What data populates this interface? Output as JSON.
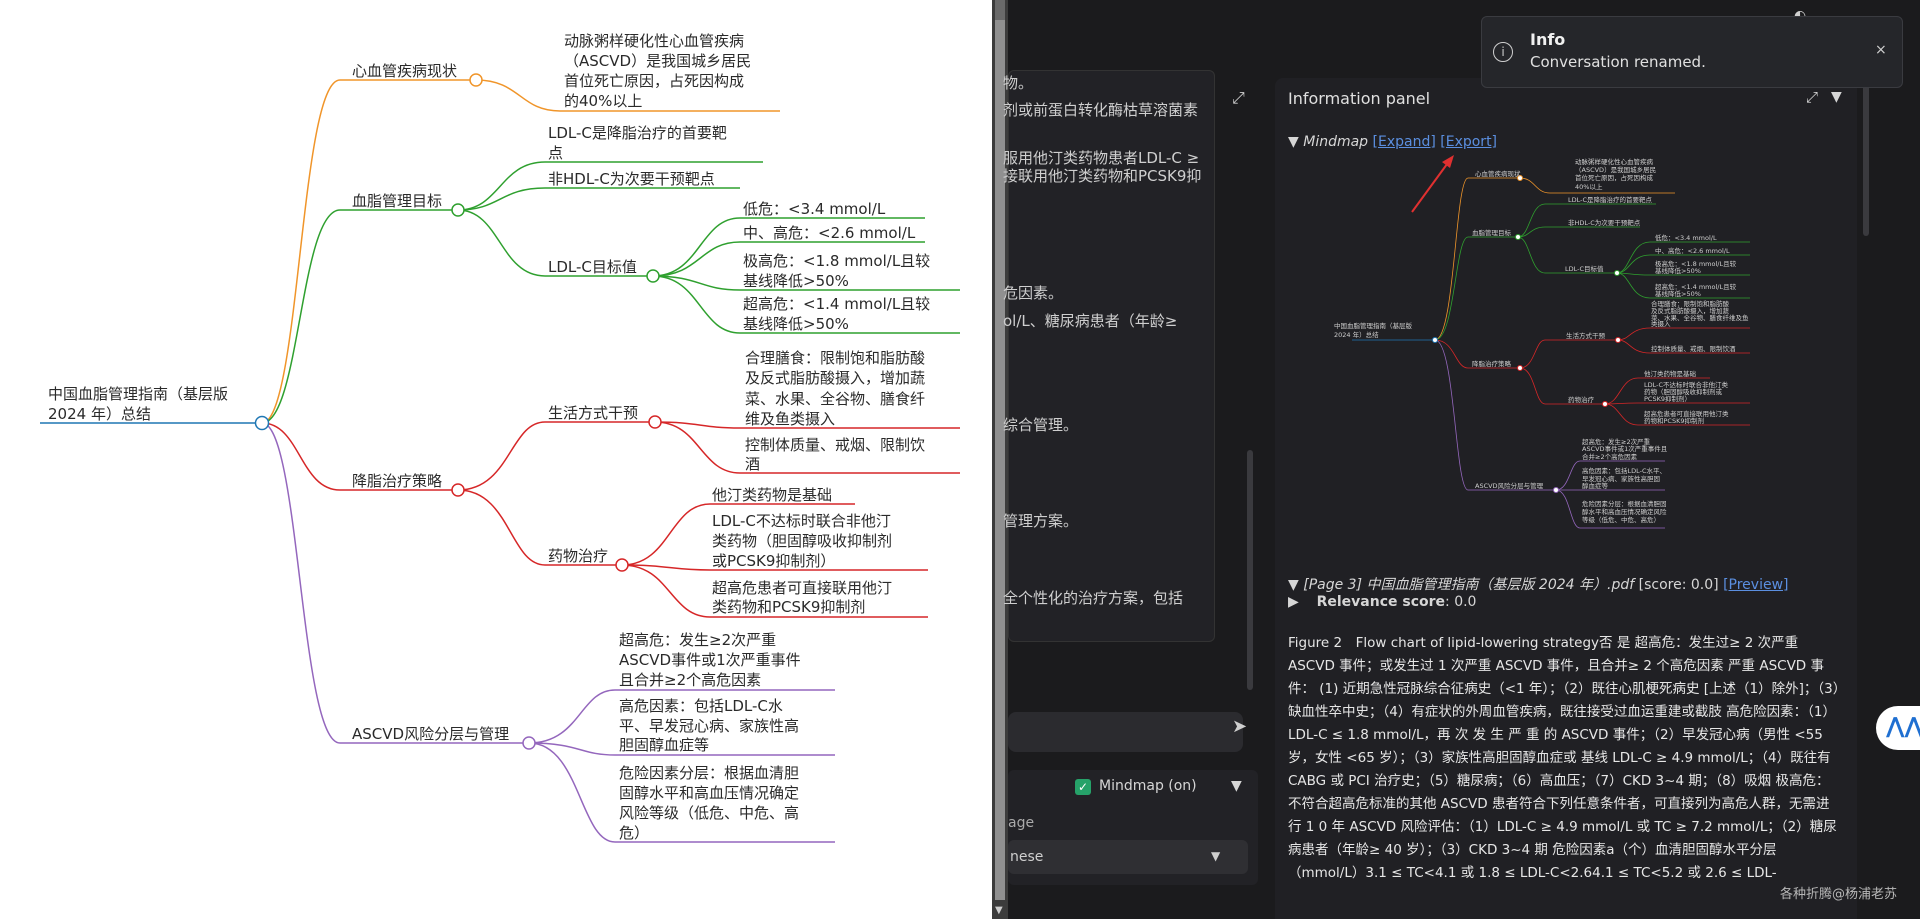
{
  "mindmap": {
    "root": "中国血脂管理指南（基层版 2024 年）总结",
    "branches": {
      "cardio": {
        "label": "心血管疾病现状",
        "leaf": [
          "动脉粥样硬化性心血管疾病",
          "（ASCVD）是我国城乡居民",
          "首位死亡原因，占死因构成",
          "的40%以上"
        ]
      },
      "lipid": {
        "label": "血脂管理目标",
        "leaf1": [
          "LDL-C是降脂治疗的首要靶",
          "点"
        ],
        "leaf2": "非HDL-C为次要干预靶点",
        "ldl": "LDL-C目标值",
        "t1": "低危：<3.4 mmol/L",
        "t2": "中、高危：<2.6 mmol/L",
        "t3": [
          "极高危：<1.8 mmol/L且较",
          "基线降低>50%"
        ],
        "t4": [
          "超高危：<1.4 mmol/L且较",
          "基线降低>50%"
        ]
      },
      "strategy": {
        "label": "降脂治疗策略",
        "life": "生活方式干预",
        "l1": [
          "合理膳食：限制饱和脂肪酸",
          "及反式脂肪酸摄入，增加蔬",
          "菜、水果、全谷物、膳食纤",
          "维及鱼类摄入"
        ],
        "l2": [
          "控制体质量、戒烟、限制饮",
          "酒"
        ],
        "drug": "药物治疗",
        "d1": "他汀类药物是基础",
        "d2": [
          "LDL-C不达标时联合非他汀",
          "类药物（胆固醇吸收抑制剂",
          "或PCSK9抑制剂）"
        ],
        "d3": [
          "超高危患者可直接联用他汀",
          "类药物和PCSK9抑制剂"
        ]
      },
      "ascvd": {
        "label": "ASCVD风险分层与管理",
        "a1": [
          "超高危：发生≥2次严重",
          "ASCVD事件或1次严重事件",
          "且合并≥2个高危因素"
        ],
        "a2": [
          "高危因素：包括LDL-C水",
          "平、早发冠心病、家族性高",
          "胆固醇血症等"
        ],
        "a3": [
          "危险因素分层：根据血清胆",
          "固醇水平和高血压情况确定",
          "风险等级（低危、中危、高",
          "危）"
        ]
      }
    }
  },
  "chat": {
    "lines": [
      "物。",
      "剂或前蛋白转化酶枯草溶菌素",
      "服用他汀类药物患者LDL-C ≥",
      "接联用他汀类药物和PCSK9抑",
      "危因素。",
      "ol/L、糖尿病患者（年龄≥",
      "综合管理。",
      "管理方案。",
      "全个性化的治疗方案，包括"
    ],
    "input_placeholder": "",
    "mindmap_toggle": "Mindmap (on)",
    "language_label": "age",
    "language_value": "nese"
  },
  "info_panel": {
    "title": "Information panel",
    "mindmap_label": "Mindmap",
    "expand_link": "[Expand]",
    "export_link": "[Export]",
    "page_ref": "[Page 3] 中国血脂管理指南（基层版 2024 年）.pdf",
    "score": "[score: 0.0]",
    "preview_link": "[Preview]",
    "relevance_label": "Relevance score",
    "relevance_value": ": 0.0",
    "figure_text": "Figure 2　Flow chart of lipid-lowering strategy否 是 超高危：发生过≥ 2 次严重 ASCVD 事件；或发生过 1 次严重 ASCVD 事件，且合并≥ 2 个高危因素 严重 ASCVD 事件： (1) 近期急性冠脉综合征病史（<1 年）；（2）既往心肌梗死病史 [上述（1）除外]；（3）缺血性卒中史；（4）有症状的外周血管疾病，既往接受过血运重建或截肢 高危险因素：（1）LDL-C ≤ 1.8 mmol/L，再 次 发 生 严 重 的 ASCVD 事件；（2）早发冠心病（男性 <55 岁，女性 <65 岁）；（3）家族性高胆固醇血症或 基线 LDL-C ≥ 4.9 mmol/L；（4）既往有 CABG 或 PCI 治疗史；（5）糖尿病；（6）高血压；（7）CKD 3~4 期；（8）吸烟 极高危：不符合超高危标准的其他 ASCVD 患者符合下列任意条件者，可直接列为高危人群，无需进行 1 0 年 ASCVD 风险评估：（1）LDL-C ≥ 4.9 mmol/L 或 TC ≥ 7.2 mmol/L；（2）糖尿病患者（年龄≥ 40 岁）；（3）CKD 3~4 期 危险因素a（个）血清胆固醇水平分层（mmol/L）3.1 ≤ TC<4.1 或 1.8 ≤ LDL-C<2.64.1 ≤ TC<5.2 或 2.6 ≤ LDL-"
  },
  "mini_map": {
    "root": [
      "中国血脂管理指南（基层版",
      "2024 年）总结"
    ],
    "cardio": "心血管疾病现状",
    "cardio_leaf": [
      "动脉粥样硬化性心血管疾病",
      "（ASCVD）是我国城乡居民",
      "首位死亡原因，占死因构成",
      "40%以上"
    ],
    "lipid": "血脂管理目标",
    "lipid_l1": "LDL-C是降脂治疗的首要靶点",
    "lipid_l2": "非HDL-C为次要干预靶点",
    "ldl": "LDL-C目标值",
    "t1": "低危：<3.4 mmol/L",
    "t2": "中、高危：<2.6 mmol/L",
    "t3": [
      "极高危：<1.8 mmol/L且较",
      "基线降低>50%"
    ],
    "t4": [
      "超高危：<1.4 mmol/L且较",
      "基线降低>50%"
    ],
    "strategy": "降脂治疗策略",
    "life": "生活方式干预",
    "l1": [
      "合理膳食：限制饱和脂肪酸",
      "及反式脂肪酸摄入，增加蔬",
      "菜、水果、全谷物、膳食纤维及鱼",
      "类摄入"
    ],
    "l2": "控制体质量、戒烟、限制饮酒",
    "drug": "药物治疗",
    "d1": "他汀类药物是基础",
    "d2": [
      "LDL-C不达标时联合非他汀类",
      "药物（胆固醇吸收抑制剂或",
      "PCSK9抑制剂）"
    ],
    "d3": [
      "超高危患者可直接联用他汀类",
      "药物和PCSK9抑制剂"
    ],
    "ascvd": "ASCVD风险分层与管理",
    "a1": [
      "超高危：发生≥2次严重",
      "ASCVD事件或1次严重事件且",
      "合并≥2个高危因素"
    ],
    "a2": [
      "高危因素：包括LDL-C水平、",
      "早发冠心病、家族性高胆固",
      "醇血症等"
    ],
    "a3": [
      "危险因素分层：根据血清胆固",
      "醇水平和高血压情况确定风险",
      "等级（低危、中危、高危）"
    ]
  },
  "toast": {
    "title": "Info",
    "message": "Conversation renamed.",
    "close": "×"
  },
  "watermark": "各种折腾@杨浦老苏",
  "colors": {
    "orange": "#f0952a",
    "green": "#2fa02f",
    "red": "#d62728",
    "purple": "#9467bd",
    "blue": "#1f77b4",
    "accent_link": "#5b8fe0"
  }
}
